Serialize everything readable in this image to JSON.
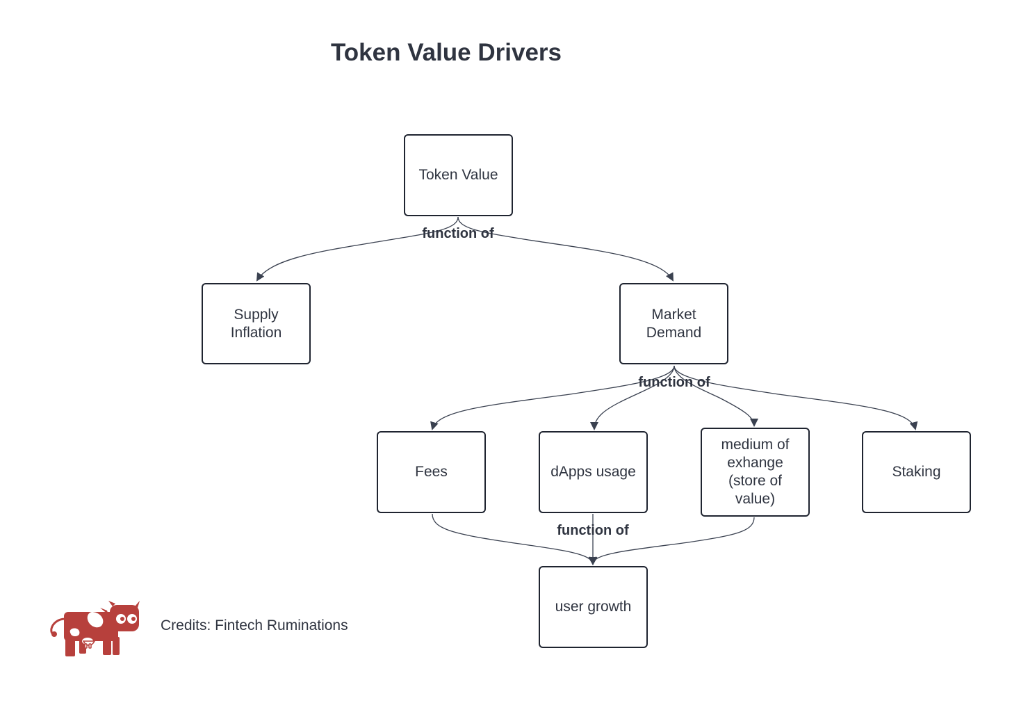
{
  "title": "Token Value Drivers",
  "nodes": {
    "token_value": "Token Value",
    "supply_inflation": "Supply Inflation",
    "market_demand": "Market Demand",
    "fees": "Fees",
    "dapps_usage": "dApps usage",
    "medium_of_exchange": "medium of exhange (store of value)",
    "staking": "Staking",
    "user_growth": "user growth"
  },
  "edge_labels": {
    "token_value_children": "function of",
    "market_demand_children": "function of",
    "user_growth_parents": "function of"
  },
  "edges": [
    {
      "from": "Token Value",
      "to": "Supply Inflation"
    },
    {
      "from": "Token Value",
      "to": "Market Demand"
    },
    {
      "from": "Market Demand",
      "to": "Fees"
    },
    {
      "from": "Market Demand",
      "to": "dApps usage"
    },
    {
      "from": "Market Demand",
      "to": "medium of exhange (store of value)"
    },
    {
      "from": "Market Demand",
      "to": "Staking"
    },
    {
      "from": "Fees",
      "to": "user growth"
    },
    {
      "from": "dApps usage",
      "to": "user growth"
    },
    {
      "from": "medium of exhange (store of value)",
      "to": "user growth"
    }
  ],
  "logo": {
    "icon": "cow-icon",
    "color": "#b7403c"
  },
  "credits": "Credits: Fintech Ruminations",
  "colors": {
    "line": "#3a4150",
    "border": "#1f2430",
    "text": "#2f3440"
  }
}
